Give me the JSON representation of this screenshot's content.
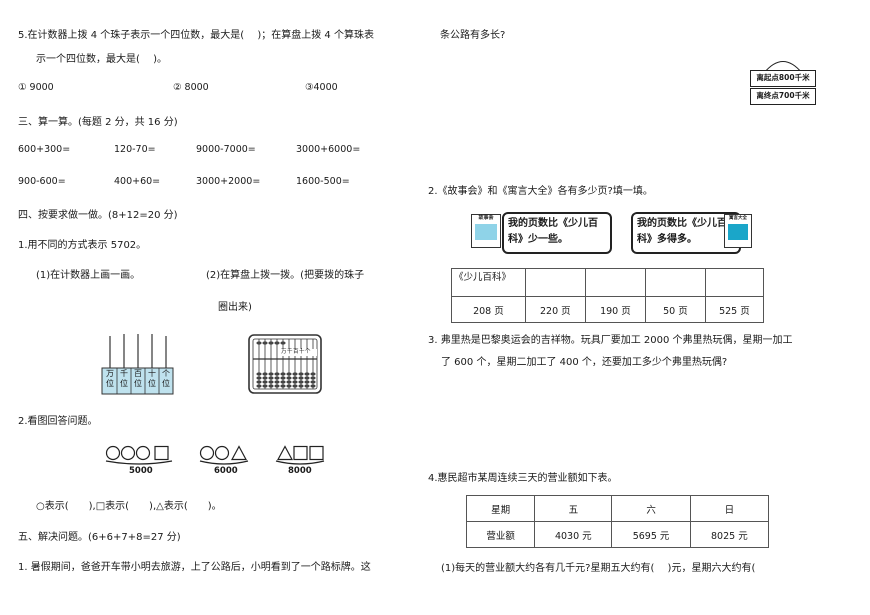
{
  "left": {
    "q5_line1": "5.在计数器上拨 4 个珠子表示一个四位数，最大是(　 )；在算盘上拨 4 个算珠表",
    "q5_line2": "示一个四位数，最大是(　 )。",
    "q5_options": [
      "① 9000",
      "② 8000",
      "③4000"
    ],
    "sec3_title": "三、算一算。(每题 2 分，共 16 分)",
    "calc_row1": [
      "600+300=",
      "120-70=",
      "9000-7000=",
      "3000+6000="
    ],
    "calc_row2": [
      "900-600=",
      "400+60=",
      "3000+2000=",
      "1600-500="
    ],
    "sec4_title": "四、按要求做一做。(8+12=20 分)",
    "q4_1": "1.用不同的方式表示 5702。",
    "q4_1a": "(1)在计数器上画一画。",
    "q4_1b_line1": "(2)在算盘上拨一拨。(把要拨的珠子",
    "q4_1b_line2": "圈出来)",
    "counter_labels": [
      "万位",
      "千位",
      "百位",
      "十位",
      "个位"
    ],
    "abacus_label": "万千百十个",
    "q4_2": "2.看图回答问题。",
    "shape_values": [
      "5000",
      "6000",
      "8000"
    ],
    "q4_2_answer": "○表示(　　),□表示(　　),△表示(　　)。",
    "sec5_title": "五、解决问题。(6+6+7+8=27 分)",
    "q5_1": "1. 暑假期间，爸爸开车带小明去旅游，上了公路后，小明看到了一个路标牌。这"
  },
  "right": {
    "q5_1_cont": "条公路有多长?",
    "sign_lines": [
      "离起点800千米",
      "离终点700千米"
    ],
    "q2_title": "2.《故事会》和《寓言大全》各有多少页?填一填。",
    "book1_label": "故事会",
    "book2_label": "寓言大全",
    "bubble1": "我的页数比《少儿百科》少一些。",
    "bubble2": "我的页数比《少儿百科》多得多。",
    "pages_table_header": "《少儿百科》",
    "pages_table_values": [
      "208 页",
      "220 页",
      "190 页",
      "50 页",
      "525 页"
    ],
    "q3_line1": "3. 弗里热是巴黎奥运会的吉祥物。玩具厂要加工 2000 个弗里热玩偶，星期一加工",
    "q3_line2": "了 600 个，星期二加工了 400 个，还要加工多少个弗里热玩偶?",
    "q4_title": "4.惠民超市某周连续三天的营业额如下表。",
    "sales_table": {
      "header": [
        "星期",
        "五",
        "六",
        "日"
      ],
      "row": [
        "营业额",
        "4030 元",
        "5695 元",
        "8025 元"
      ]
    },
    "q4_sub1": "(1)每天的营业额大约各有几千元?星期五大约有(　 )元，星期六大约有("
  }
}
